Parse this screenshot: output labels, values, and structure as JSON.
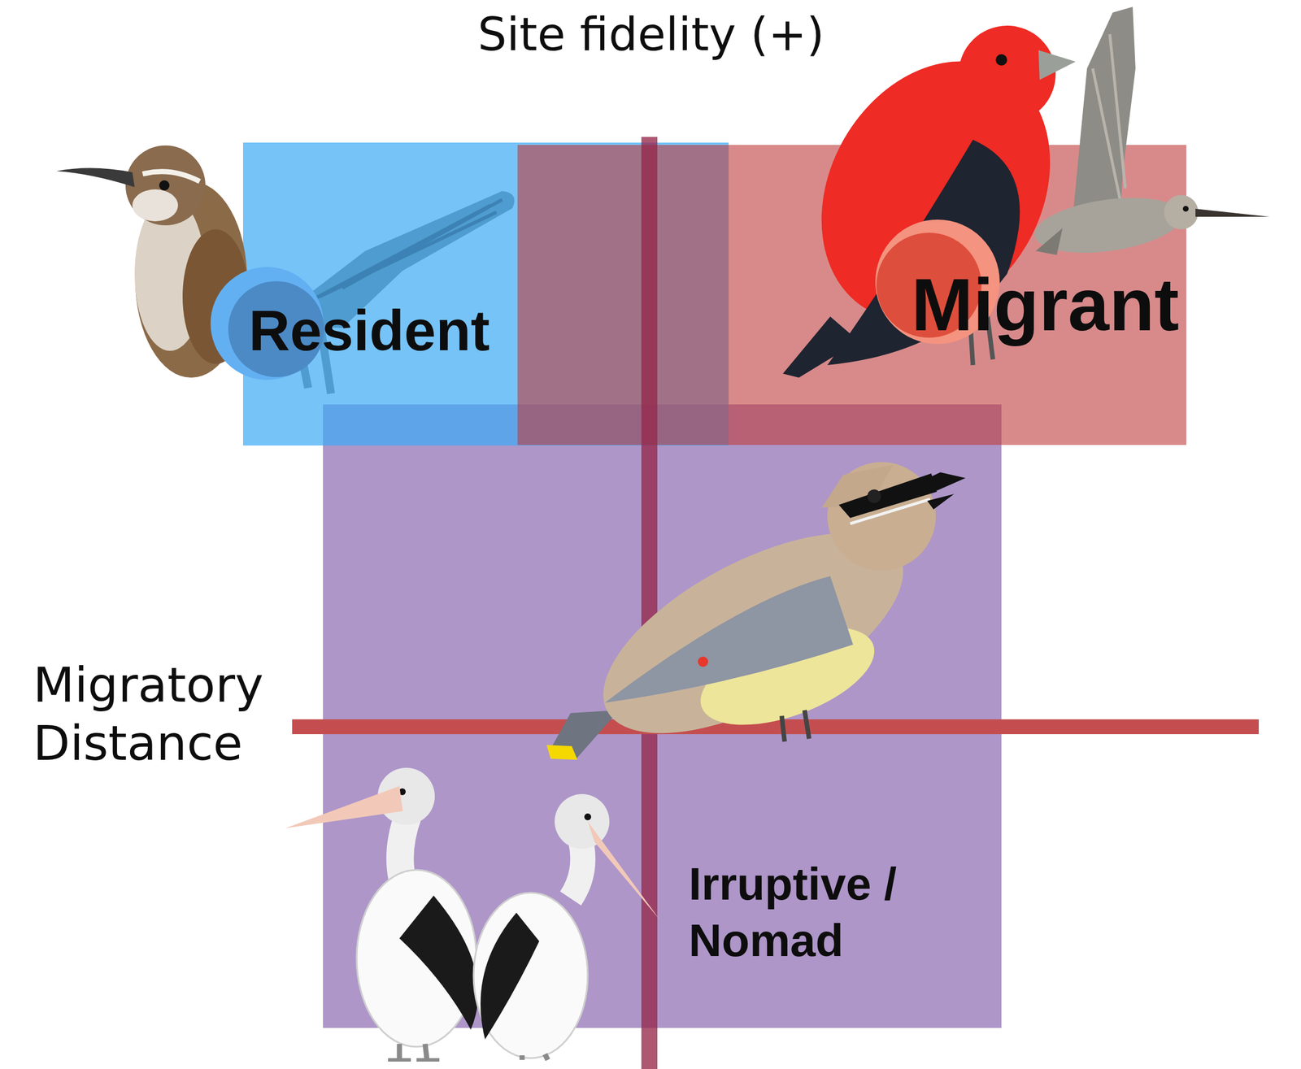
{
  "diagram": {
    "nodes": [
      {
        "text": [
          "Resident"
        ]
      },
      {
        "text": [
          "Migrant"
        ]
      },
      {
        "text": [
          "Irruptive / Nomad"
        ]
      }
    ],
    "labels": [
      "Site fidelity (+)",
      "Migratory Distance"
    ]
  }
}
